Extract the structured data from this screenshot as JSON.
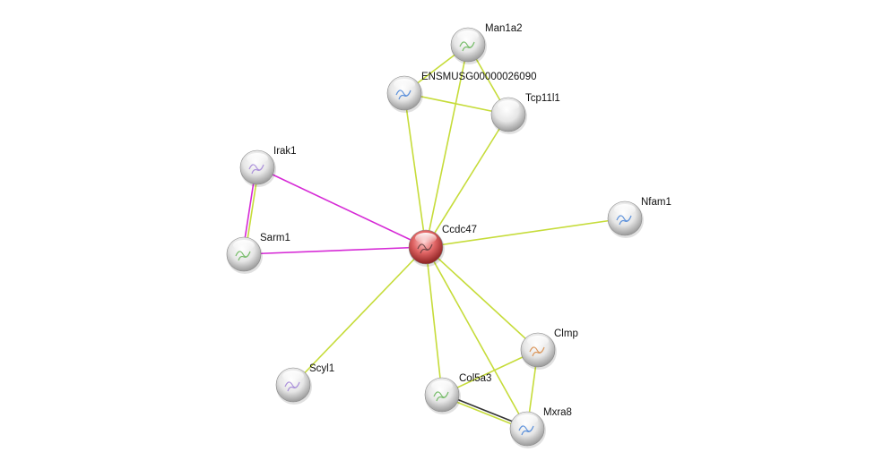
{
  "network": {
    "colors": {
      "textmining": "#c6dc3a",
      "experiments": "#d62ad6",
      "coexpression": "#333333",
      "query_node": "#d64040",
      "node": "#d8d8d8"
    },
    "nodes": [
      {
        "id": "Ccdc47",
        "label": "Ccdc47",
        "query": true
      },
      {
        "id": "Man1a2",
        "label": "Man1a2"
      },
      {
        "id": "ENSMUSG00000026090",
        "label": "ENSMUSG00000026090"
      },
      {
        "id": "Tcp11l1",
        "label": "Tcp11l1"
      },
      {
        "id": "Irak1",
        "label": "Irak1"
      },
      {
        "id": "Sarm1",
        "label": "Sarm1"
      },
      {
        "id": "Nfam1",
        "label": "Nfam1"
      },
      {
        "id": "Clmp",
        "label": "Clmp"
      },
      {
        "id": "Scyl1",
        "label": "Scyl1"
      },
      {
        "id": "Col5a3",
        "label": "Col5a3"
      },
      {
        "id": "Mxra8",
        "label": "Mxra8"
      }
    ],
    "edges": [
      {
        "source": "Ccdc47",
        "target": "Man1a2",
        "types": [
          "textmining"
        ]
      },
      {
        "source": "Ccdc47",
        "target": "ENSMUSG00000026090",
        "types": [
          "textmining"
        ]
      },
      {
        "source": "Ccdc47",
        "target": "Tcp11l1",
        "types": [
          "textmining"
        ]
      },
      {
        "source": "Man1a2",
        "target": "ENSMUSG00000026090",
        "types": [
          "textmining"
        ]
      },
      {
        "source": "Man1a2",
        "target": "Tcp11l1",
        "types": [
          "textmining"
        ]
      },
      {
        "source": "ENSMUSG00000026090",
        "target": "Tcp11l1",
        "types": [
          "textmining"
        ]
      },
      {
        "source": "Ccdc47",
        "target": "Irak1",
        "types": [
          "experiments"
        ]
      },
      {
        "source": "Ccdc47",
        "target": "Sarm1",
        "types": [
          "experiments"
        ]
      },
      {
        "source": "Irak1",
        "target": "Sarm1",
        "types": [
          "textmining",
          "experiments"
        ]
      },
      {
        "source": "Ccdc47",
        "target": "Nfam1",
        "types": [
          "textmining"
        ]
      },
      {
        "source": "Ccdc47",
        "target": "Clmp",
        "types": [
          "textmining"
        ]
      },
      {
        "source": "Ccdc47",
        "target": "Scyl1",
        "types": [
          "textmining"
        ]
      },
      {
        "source": "Ccdc47",
        "target": "Col5a3",
        "types": [
          "textmining"
        ]
      },
      {
        "source": "Ccdc47",
        "target": "Mxra8",
        "types": [
          "textmining"
        ]
      },
      {
        "source": "Clmp",
        "target": "Col5a3",
        "types": [
          "textmining"
        ]
      },
      {
        "source": "Clmp",
        "target": "Mxra8",
        "types": [
          "textmining"
        ]
      },
      {
        "source": "Col5a3",
        "target": "Mxra8",
        "types": [
          "coexpression",
          "textmining"
        ]
      }
    ]
  }
}
